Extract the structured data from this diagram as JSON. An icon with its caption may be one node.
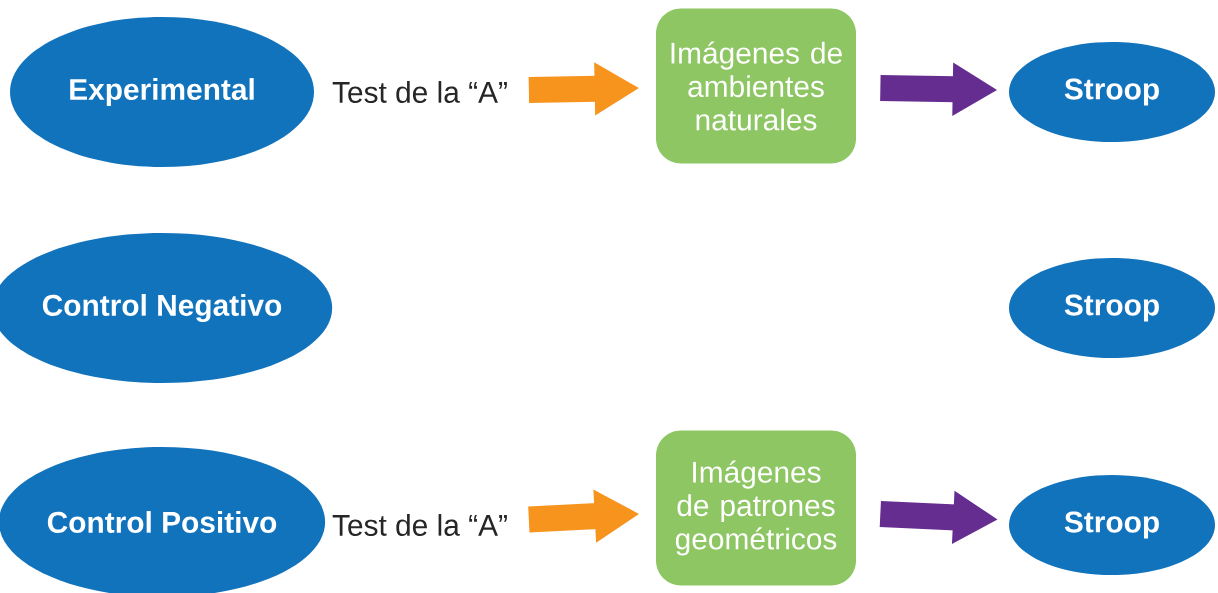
{
  "diagram": {
    "nodes": [
      {
        "text": [
          "Experimental"
        ]
      },
      {
        "text": [
          "Test de la “A”"
        ]
      },
      {
        "text": [
          "Imágenes de ambientes naturales"
        ]
      },
      {
        "text": [
          "Stroop"
        ]
      },
      {
        "text": [
          "Control Negativo"
        ]
      },
      {
        "text": [
          "Stroop"
        ]
      },
      {
        "text": [
          "Control Positivo"
        ]
      },
      {
        "text": [
          "Test de la “A”"
        ]
      },
      {
        "text": [
          "Imágenes de patrones geométricos"
        ]
      },
      {
        "text": [
          "Stroop"
        ]
      }
    ],
    "edges": [
      {
        "from": 1,
        "to": 2,
        "arrow": "to",
        "color": "#f7941d"
      },
      {
        "from": 2,
        "to": 3,
        "arrow": "to",
        "color": "#662d91"
      },
      {
        "from": 7,
        "to": 8,
        "arrow": "to",
        "color": "#f7941d"
      },
      {
        "from": 8,
        "to": 9,
        "arrow": "to",
        "color": "#662d91"
      }
    ]
  }
}
